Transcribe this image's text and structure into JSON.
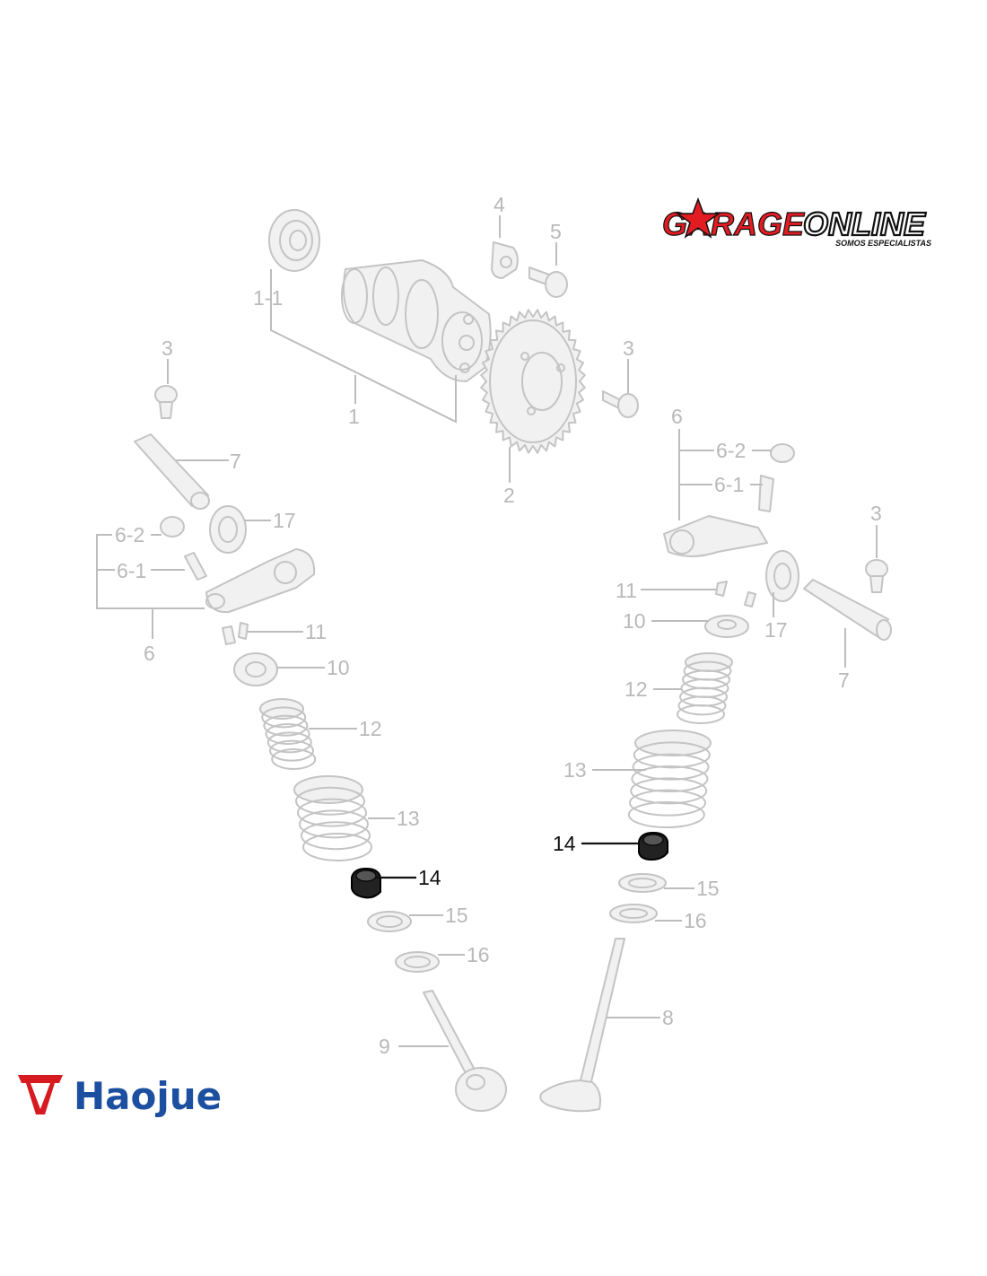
{
  "branding": {
    "dealer_logo_text_a": "GARAGE",
    "dealer_logo_text_b": "ONLINE",
    "dealer_tagline": "SOMOS ESPECIALISTAS",
    "manufacturer_name": "Haojue",
    "colors": {
      "dealer_red": "#e31b23",
      "dealer_black": "#111111",
      "manufacturer_red": "#d71920",
      "manufacturer_blue": "#1c4fa0"
    }
  },
  "highlight_color": "#111111",
  "parts_color": "#c4c4c4",
  "callouts": {
    "c_1_1": "1-1",
    "c_1": "1",
    "c_2": "2",
    "c_4": "4",
    "c_5": "5",
    "c_3_left": "3",
    "c_3_mid": "3",
    "c_3_right": "3",
    "c_7_left": "7",
    "c_7_right": "7",
    "c_17_left": "17",
    "c_17_right": "17",
    "c_6_2_left": "6-2",
    "c_6_1_left": "6-1",
    "c_6_left": "6",
    "c_6_right": "6",
    "c_6_2_right": "6-2",
    "c_6_1_right": "6-1",
    "c_11_left": "11",
    "c_11_right": "11",
    "c_10_left": "10",
    "c_10_right": "10",
    "c_12_left": "12",
    "c_12_right": "12",
    "c_13_left": "13",
    "c_13_right": "13",
    "c_14_left": "14",
    "c_14_right": "14",
    "c_15_left": "15",
    "c_15_right": "15",
    "c_16_left": "16",
    "c_16_right": "16",
    "c_8": "8",
    "c_9": "9"
  }
}
